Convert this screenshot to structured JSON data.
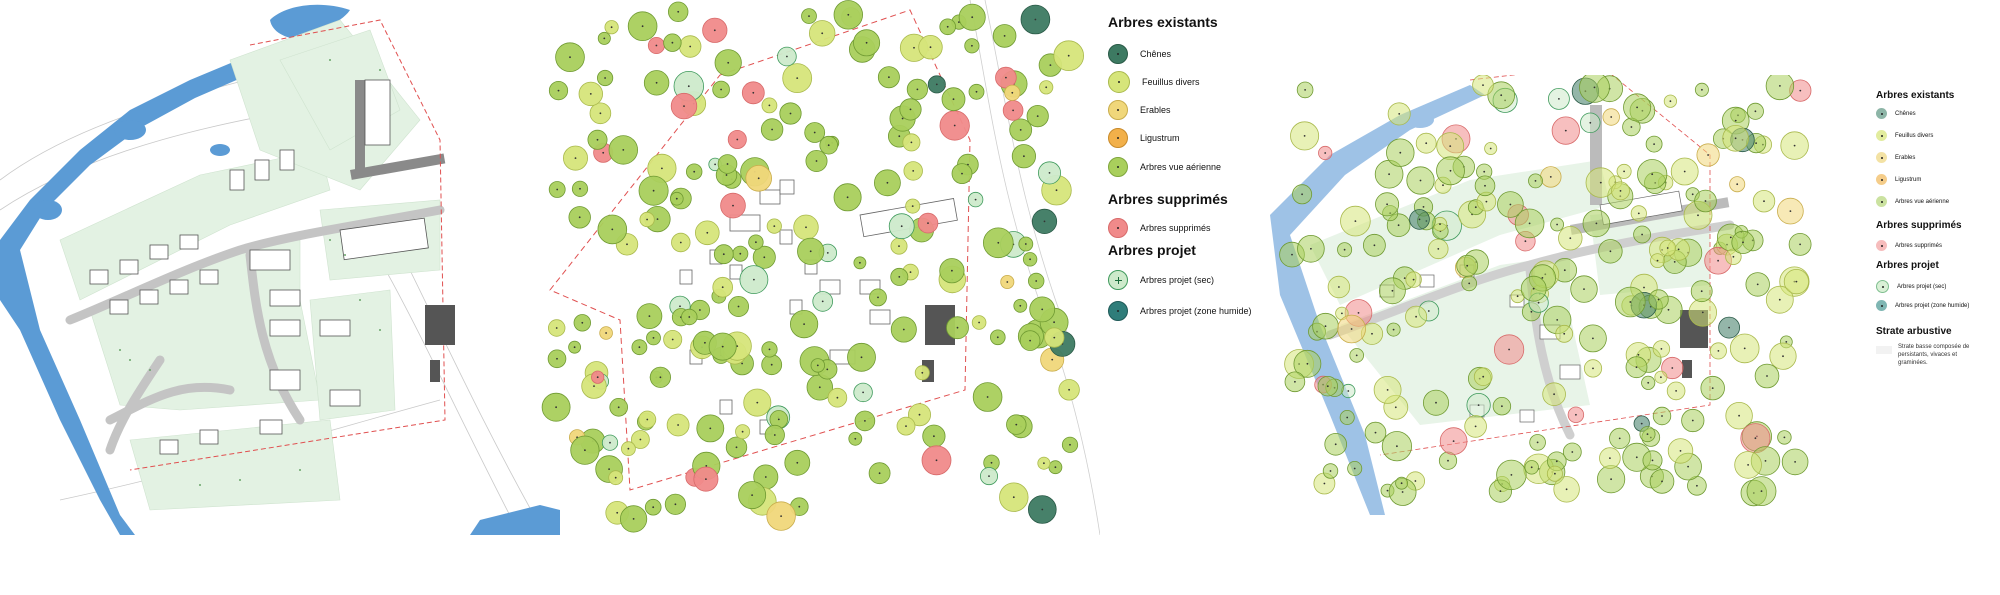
{
  "legend": {
    "existing_title": "Arbres existants",
    "existing_items": [
      {
        "label": "Chênes",
        "color": "#3d7a62",
        "icon": "oak-tree-icon"
      },
      {
        "label": "Feuillus divers",
        "color": "#d6e57a",
        "icon": "deciduous-tree-icon"
      },
      {
        "label": "Erables",
        "color": "#f0d77a",
        "icon": "maple-tree-icon"
      },
      {
        "label": "Ligustrum",
        "color": "#f2b04a",
        "icon": "privet-tree-icon"
      },
      {
        "label": "Arbres vue aérienne",
        "color": "#a9cf5c",
        "icon": "aerial-tree-icon"
      }
    ],
    "removed_title": "Arbres supprimés",
    "removed_items": [
      {
        "label": "Arbres supprimés",
        "color": "#f08a8a",
        "icon": "removed-tree-icon"
      }
    ],
    "project_title": "Arbres projet",
    "project_items": [
      {
        "label": "Arbres projet (sec)",
        "color": "#cdeacb",
        "icon": "project-tree-dry-icon"
      },
      {
        "label": "Arbres projet (zone humide)",
        "color": "#2f7d7a",
        "icon": "project-tree-wet-icon"
      }
    ]
  },
  "legend_mini": {
    "existing_title": "Arbres existants",
    "existing_items": [
      {
        "label": "Chênes",
        "color": "#8db5a7"
      },
      {
        "label": "Feuillus divers",
        "color": "#e2ec9e"
      },
      {
        "label": "Erables",
        "color": "#f3e2a4"
      },
      {
        "label": "Ligustrum",
        "color": "#f5cd8a"
      },
      {
        "label": "Arbres vue aérienne",
        "color": "#cbe2a0"
      }
    ],
    "removed_title": "Arbres supprimés",
    "removed_items": [
      {
        "label": "Arbres supprimés",
        "color": "#f6bcbc"
      }
    ],
    "project_title": "Arbres projet",
    "project_items": [
      {
        "label": "Arbres projet (sec)",
        "color": "#d9f0d6"
      },
      {
        "label": "Arbres projet (zone humide)",
        "color": "#7fb6b3"
      }
    ],
    "shrub_title": "Strate arbustive",
    "shrub_note": "Strate basse composée de persistants, vivaces et graminées."
  },
  "colors": {
    "water": "#5b9bd5",
    "lawn": "#e3f2e3",
    "building": "#ffffff",
    "road": "#bdbdbd",
    "dark_building": "#4a4a4a",
    "boundary": "#e05050"
  }
}
